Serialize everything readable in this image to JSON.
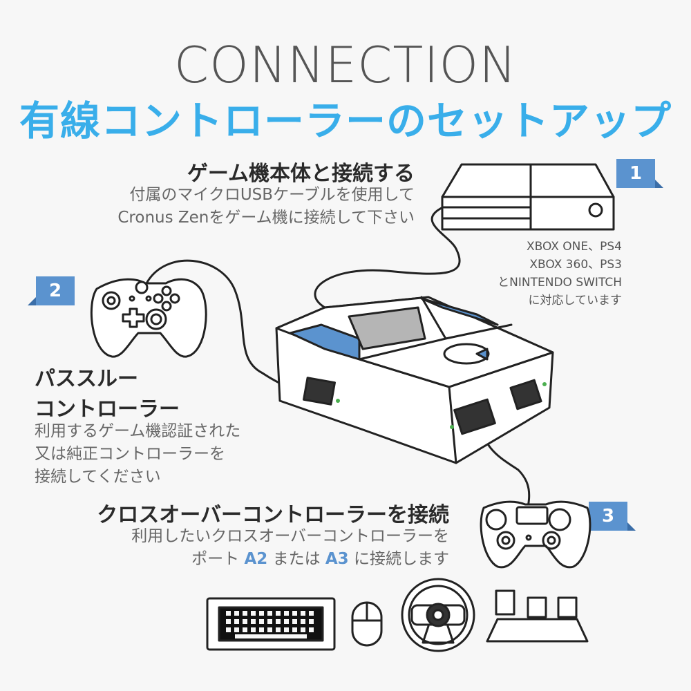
{
  "title_en": "CONNECTION",
  "title_jp": "有線コントローラーのセットアップ",
  "step1": {
    "badge": "1",
    "heading": "ゲーム機本体と接続する",
    "line1": "付属のマイクロUSBケーブルを使用して",
    "line2": "Cronus Zenをゲーム機に接続して下さい",
    "compat1": "XBOX ONE、PS4",
    "compat2": "XBOX 360、PS3",
    "compat3": "とNINTENDO SWITCH",
    "compat4": "に対応しています"
  },
  "step2": {
    "badge": "2",
    "heading1": "パススルー",
    "heading2": "コントローラー",
    "line1": "利用するゲーム機認証された",
    "line2": "又は純正コントローラーを",
    "line3": "接続してください"
  },
  "step3": {
    "badge": "3",
    "heading": "クロスオーバーコントローラーを接続",
    "line1": "利用したいクロスオーバーコントローラーを",
    "line2_a": "ポート",
    "port1": "A2",
    "line2_b": "または",
    "port2": "A3",
    "line2_c": "に接続します"
  },
  "colors": {
    "accent_title": "#39aeea",
    "badge": "#5b93cf",
    "device_blue": "#5b93cf"
  },
  "icons": [
    "xbox-console-icon",
    "xbox-controller-icon",
    "cronus-zen-device-icon",
    "ps4-controller-icon",
    "keyboard-icon",
    "mouse-icon",
    "steering-wheel-icon",
    "pedals-icon"
  ]
}
